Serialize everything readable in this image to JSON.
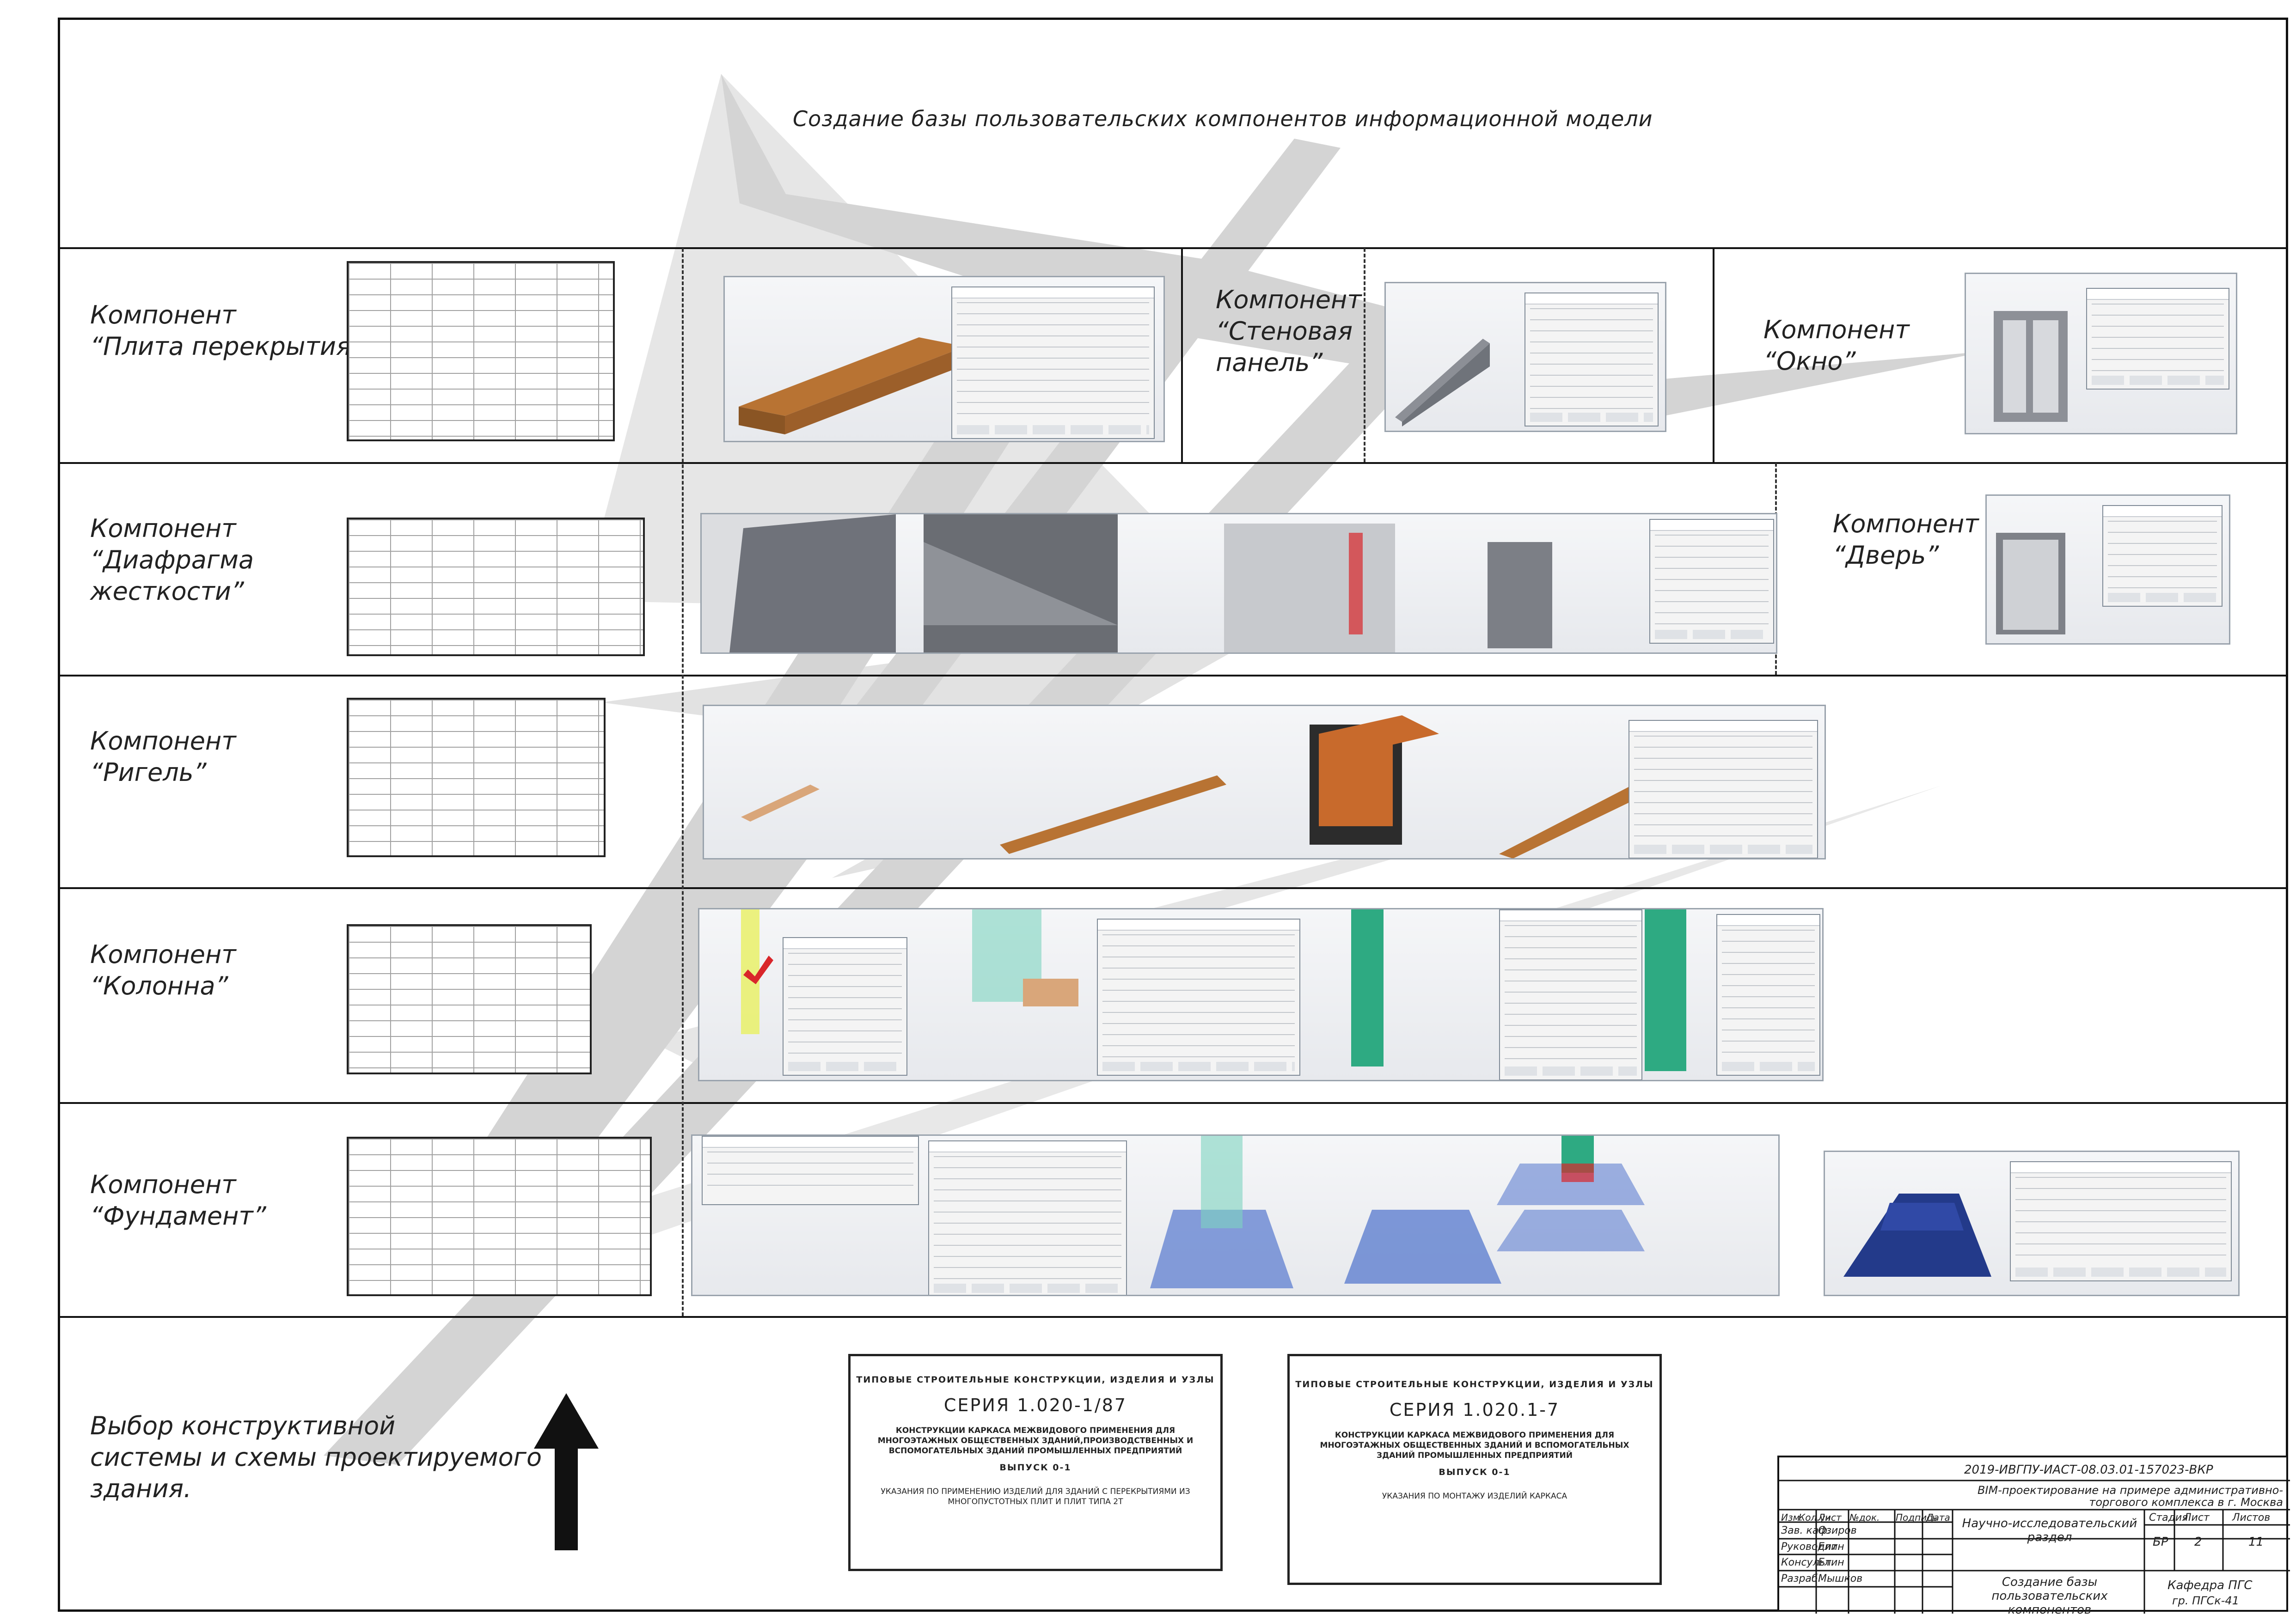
{
  "header": {
    "title": "Создание базы пользовательских компонентов информационной модели"
  },
  "rows": [
    {
      "label": "Компонент\n“Плита перекрытия”"
    },
    {
      "label": "Компонент\n“Диафрагма\nжесткости”"
    },
    {
      "label": "Компонент\n“Ригель”"
    },
    {
      "label": "Компонент\n“Колонна”"
    },
    {
      "label": "Компонент\n“Фундамент”"
    },
    {
      "label": "Выбор конструктивной\nсистемы и схемы проектируемого\nздания."
    }
  ],
  "sublabels": {
    "wall_panel": "Компонент\n“Стеновая\nпанель”",
    "window": "Компонент\n“Окно”",
    "door": "Компонент\n“Дверь”"
  },
  "documents": [
    {
      "org": "ТИПОВЫЕ СТРОИТЕЛЬНЫЕ КОНСТРУКЦИИ, ИЗДЕЛИЯ И УЗЛЫ",
      "series": "СЕРИЯ 1.020-1/87",
      "subject": "КОНСТРУКЦИИ КАРКАСА МЕЖВИДОВОГО ПРИМЕНЕНИЯ ДЛЯ МНОГОЭТАЖНЫХ ОБЩЕСТВЕННЫХ ЗДАНИЙ,ПРОИЗВОДСТВЕННЫХ И ВСПОМОГАТЕЛЬНЫХ ЗДАНИЙ ПРОМЫШЛЕННЫХ ПРЕДПРИЯТИЙ",
      "issue": "ВЫПУСК 0-1",
      "content": "УКАЗАНИЯ ПО ПРИМЕНЕНИЮ ИЗДЕЛИЙ ДЛЯ ЗДАНИЙ С ПЕРЕКРЫТИЯМИ ИЗ МНОГОПУСТОТНЫХ ПЛИТ И ПЛИТ ТИПА 2Т"
    },
    {
      "org": "ТИПОВЫЕ СТРОИТЕЛЬНЫЕ КОНСТРУКЦИИ, ИЗДЕЛИЯ И УЗЛЫ",
      "series": "СЕРИЯ 1.020.1-7",
      "subject": "КОНСТРУКЦИИ КАРКАСА МЕЖВИДОВОГО ПРИМЕНЕНИЯ ДЛЯ МНОГОЭТАЖНЫХ ОБЩЕСТВЕННЫХ ЗДАНИЙ И ВСПОМОГАТЕЛЬНЫХ ЗДАНИЙ ПРОМЫШЛЕННЫХ ПРЕДПРИЯТИЙ",
      "issue": "ВЫПУСК 0-1",
      "content": "УКАЗАНИЯ ПО МОНТАЖУ ИЗДЕЛИЙ КАРКАСА"
    }
  ],
  "title_block": {
    "code": "2019-ИВГПУ-ИАСТ-08.03.01-157023-ВКР",
    "project": "ВIМ-проектирование на примере административно-торгового комплекса в г. Москва",
    "header_cols": [
      "Изм.",
      "Кол.уч",
      "Лист",
      "№док.",
      "Подпись",
      "Дата"
    ],
    "roles": [
      {
        "role": "Зав. каф.",
        "name": "Озиров"
      },
      {
        "role": "Руководит.",
        "name": "Елин"
      },
      {
        "role": "Консульт.",
        "name": "Елин"
      },
      {
        "role": "Разраб.",
        "name": "Мышков"
      }
    ],
    "section": "Научно-исследовательский раздел",
    "stage_label": "Стадия",
    "sheet_label": "Лист",
    "sheets_label": "Листов",
    "stage": "БР",
    "sheet": "2",
    "sheets": "11",
    "drawing_title": "Создание базы пользовательских компонентов",
    "department": "Кафедра ПГС",
    "group": "гр. ПГСк-41"
  },
  "colors": {
    "frame": "#111111",
    "swoosh": "#cfcfcf",
    "concrete": "#b87333",
    "glass": "#7dd3c0",
    "accent_red": "#d9262b"
  }
}
